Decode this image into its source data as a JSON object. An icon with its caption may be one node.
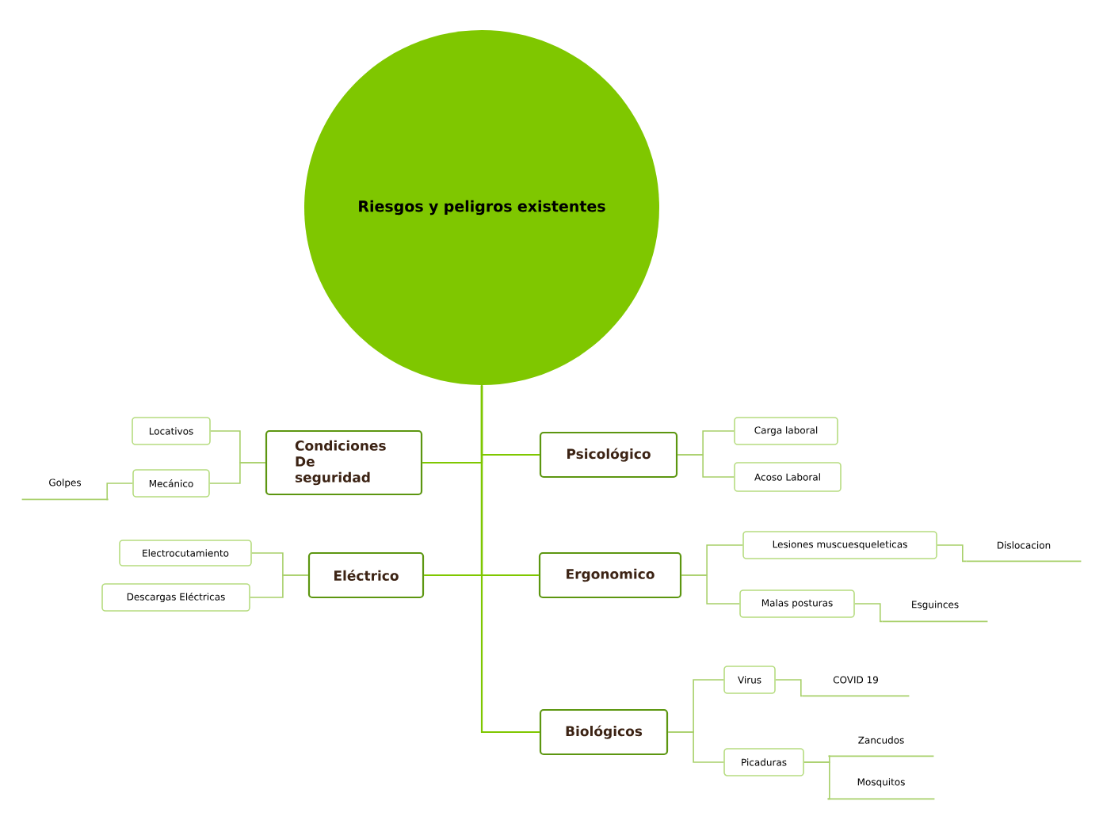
{
  "diagram": {
    "nodes": [
      {
        "text": [
          "Riesgos y peligros existentes"
        ]
      },
      {
        "text": [
          "Condiciones De seguridad"
        ]
      },
      {
        "text": [
          "Locativos"
        ]
      },
      {
        "text": [
          "Mecánico"
        ]
      },
      {
        "text": [
          "Golpes"
        ]
      },
      {
        "text": [
          "Eléctrico"
        ]
      },
      {
        "text": [
          "Electrocutamiento"
        ]
      },
      {
        "text": [
          "Descargas Eléctricas"
        ]
      },
      {
        "text": [
          "Psicológico"
        ]
      },
      {
        "text": [
          "Carga laboral"
        ]
      },
      {
        "text": [
          "Acoso Laboral"
        ]
      },
      {
        "text": [
          "Ergonomico"
        ]
      },
      {
        "text": [
          "Lesiones muscuesqueleticas"
        ]
      },
      {
        "text": [
          "Dislocacion"
        ]
      },
      {
        "text": [
          "Malas posturas"
        ]
      },
      {
        "text": [
          "Esguinces"
        ]
      },
      {
        "text": [
          "Biológicos"
        ]
      },
      {
        "text": [
          "Virus"
        ]
      },
      {
        "text": [
          "COVID 19"
        ]
      },
      {
        "text": [
          "Picaduras"
        ]
      },
      {
        "text": [
          "Zancudos"
        ]
      },
      {
        "text": [
          "Mosquitos"
        ]
      }
    ],
    "edges": [
      {
        "from": 0,
        "to": 1,
        "arrow": "none",
        "color": "#7fc700"
      },
      {
        "from": 0,
        "to": 5,
        "arrow": "none",
        "color": "#7fc700"
      },
      {
        "from": 0,
        "to": 8,
        "arrow": "none",
        "color": "#7fc700"
      },
      {
        "from": 0,
        "to": 11,
        "arrow": "none",
        "color": "#7fc700"
      },
      {
        "from": 0,
        "to": 16,
        "arrow": "none",
        "color": "#7fc700"
      },
      {
        "from": 1,
        "to": 2,
        "arrow": "none"
      },
      {
        "from": 1,
        "to": 3,
        "arrow": "none"
      },
      {
        "from": 3,
        "to": 4,
        "arrow": "none"
      },
      {
        "from": 5,
        "to": 6,
        "arrow": "none"
      },
      {
        "from": 5,
        "to": 7,
        "arrow": "none"
      },
      {
        "from": 8,
        "to": 9,
        "arrow": "none"
      },
      {
        "from": 8,
        "to": 10,
        "arrow": "none"
      },
      {
        "from": 11,
        "to": 12,
        "arrow": "none"
      },
      {
        "from": 12,
        "to": 13,
        "arrow": "none"
      },
      {
        "from": 11,
        "to": 14,
        "arrow": "none"
      },
      {
        "from": 14,
        "to": 15,
        "arrow": "none"
      },
      {
        "from": 16,
        "to": 17,
        "arrow": "none"
      },
      {
        "from": 17,
        "to": 18,
        "arrow": "none"
      },
      {
        "from": 16,
        "to": 19,
        "arrow": "none"
      },
      {
        "from": 19,
        "to": 20,
        "arrow": "none"
      },
      {
        "from": 19,
        "to": 21,
        "arrow": "none"
      }
    ]
  }
}
